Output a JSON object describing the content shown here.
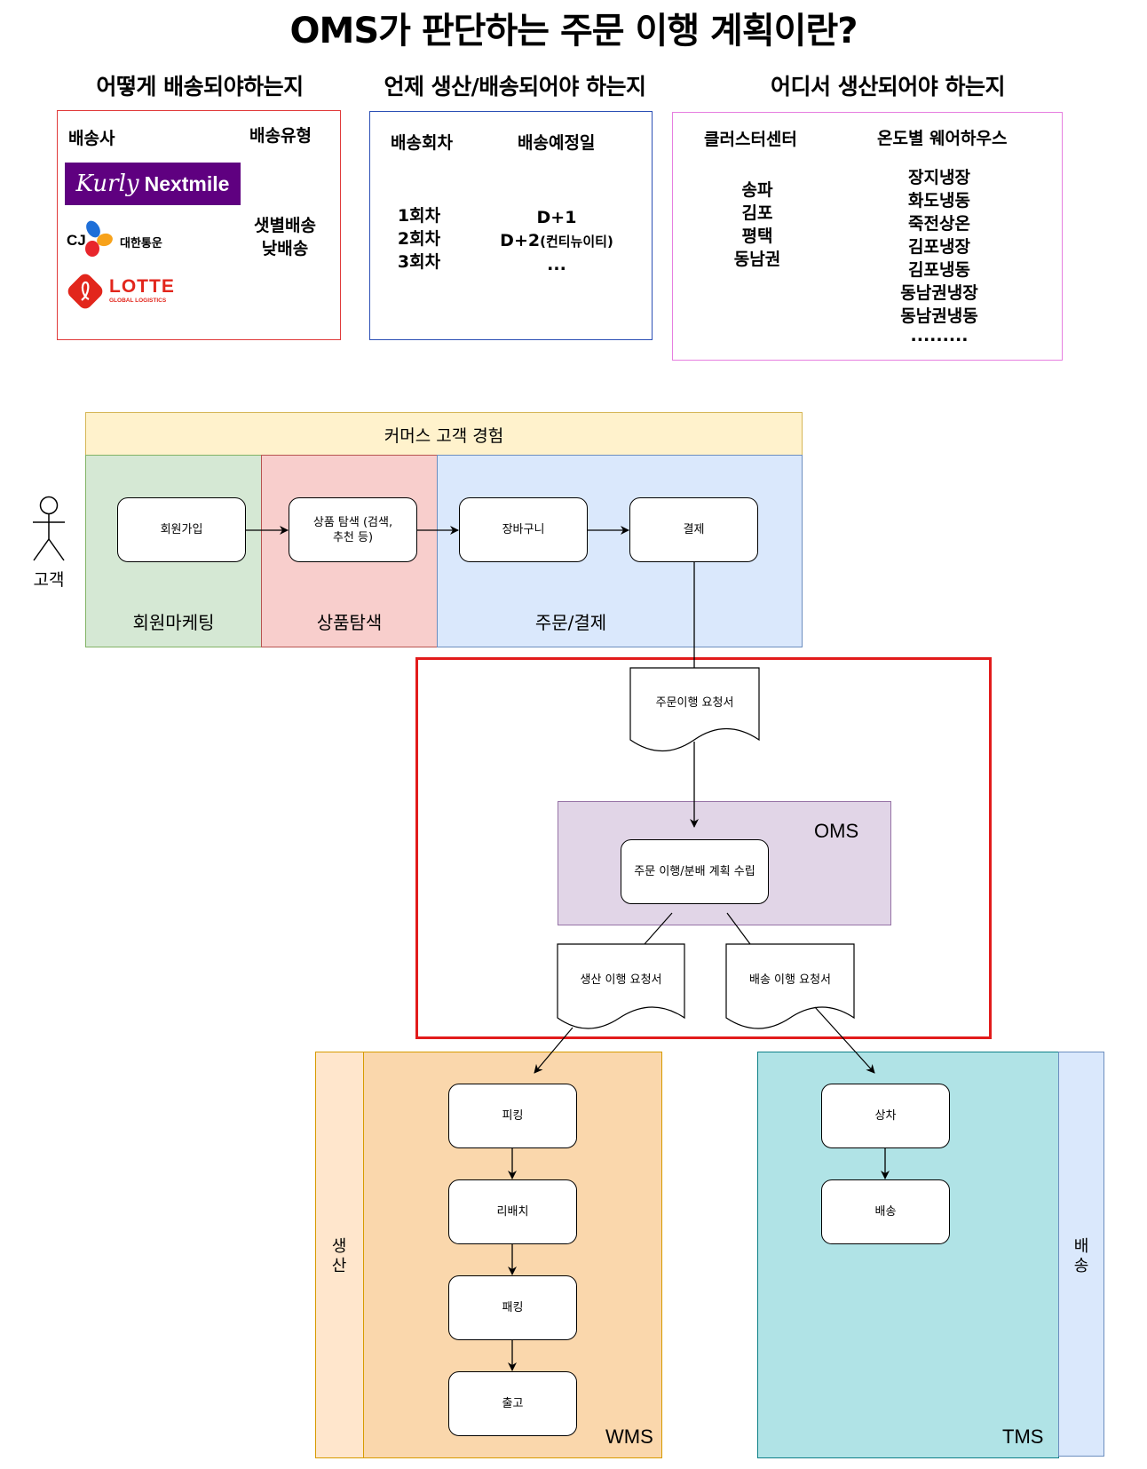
{
  "title": "OMS가 판단하는 주문 이행 계획이란?",
  "sections": {
    "how": {
      "heading": "어떻게 배송되야하는지",
      "col1_header": "배송사",
      "col2_header": "배송유형",
      "carriers": {
        "kurly_script": "Kurly",
        "kurly_word": "Nextmile",
        "cj_letters": "CJ",
        "cj_name": "대한통운",
        "lotte_name": "LOTTE",
        "lotte_sub": "GLOBAL LOGISTICS"
      },
      "delivery_types": [
        "샛별배송",
        "낮배송"
      ]
    },
    "when": {
      "heading": "언제 생산/배송되어야 하는지",
      "col1_header": "배송회차",
      "col2_header": "배송예정일",
      "rounds": [
        "1회차",
        "2회차",
        "3회차"
      ],
      "dates": [
        "D+1",
        "D+2",
        "(컨티뉴이티)",
        "..."
      ]
    },
    "where": {
      "heading": "어디서 생산되어야 하는지",
      "col1_header": "클러스터센터",
      "col2_header": "온도별 웨어하우스",
      "clusters": [
        "송파",
        "김포",
        "평택",
        "동남권"
      ],
      "warehouses": [
        "장지냉장",
        "화도냉동",
        "죽전상온",
        "김포냉장",
        "김포냉동",
        "동남권냉장",
        "동남권냉동",
        "........."
      ]
    }
  },
  "commerce": {
    "header": "커머스 고객 경험",
    "actor": "고객",
    "lanes": [
      "회원마케팅",
      "상품탐색",
      "주문/결제"
    ],
    "steps": [
      "회원가입",
      "상품 탐색 (검색,",
      "추천 등)",
      "장바구니",
      "결제"
    ]
  },
  "oms": {
    "request_doc": "주문이행 요청서",
    "system": "OMS",
    "plan": "주문 이행/분배 계획 수립",
    "production_doc": "생산 이행 요청서",
    "delivery_doc": "배송 이행 요청서"
  },
  "wms": {
    "system": "WMS",
    "lane_chars": [
      "생",
      "산"
    ],
    "steps": [
      "피킹",
      "리배치",
      "패킹",
      "출고"
    ]
  },
  "tms": {
    "system": "TMS",
    "lane_chars": [
      "배",
      "송"
    ],
    "steps": [
      "상차",
      "배송"
    ]
  },
  "colors": {
    "how_border": "#e03a3a",
    "when_border": "#2b4fb5",
    "where_border": "#e67fe0",
    "commerce_header": "#fff2cc",
    "lane_green": "#d5e8d4",
    "lane_red": "#f8cecc",
    "lane_blue": "#dae8fc",
    "oms_box": "#e1d5e7",
    "highlight": "#e21b1b",
    "wms": "#fad7ac",
    "wms_lane": "#ffe6cc",
    "tms": "#b0e3e6",
    "tms_lane": "#dae8fc",
    "kurly": "#5f0080"
  }
}
